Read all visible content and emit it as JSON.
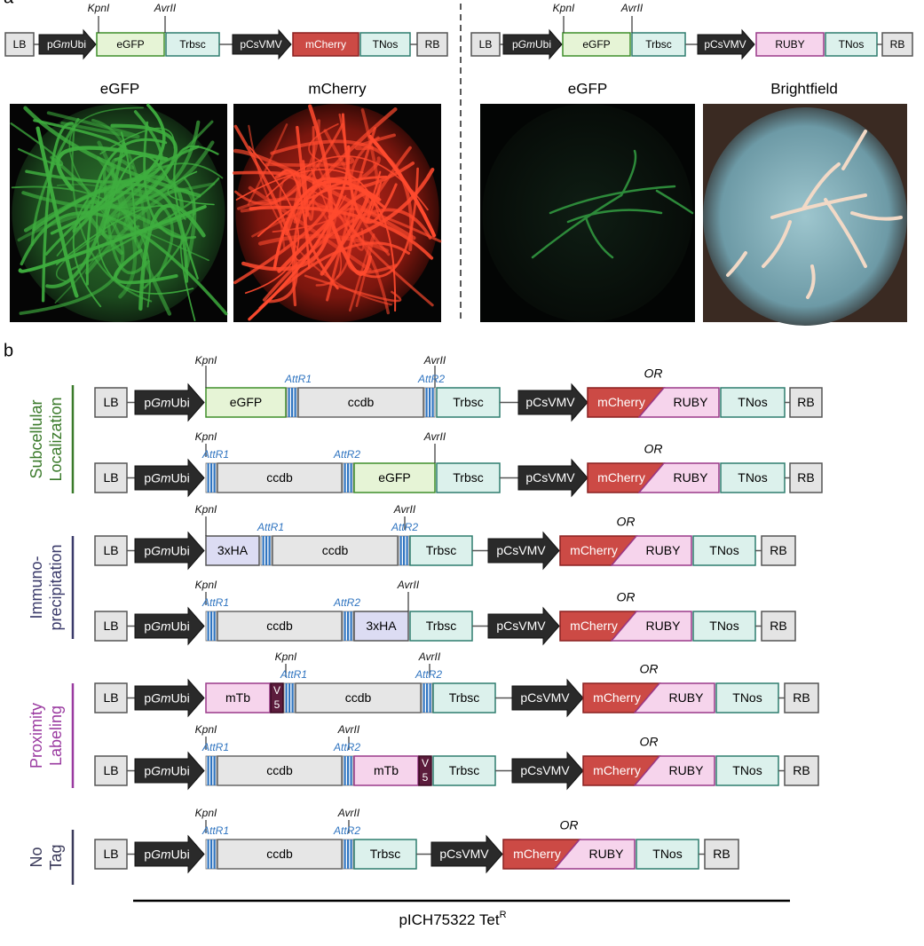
{
  "panel_labels": {
    "a": "a",
    "b": "b"
  },
  "colors": {
    "lb": "#e4e4e4",
    "promoter": "#2a2a2a",
    "egfp": "#e6f4d6",
    "egfp_border": "#3e8e2a",
    "term": "#dcf1ec",
    "term_border": "#2e7d6e",
    "mcherry": "#cc4a45",
    "mcherry_border": "#8a2020",
    "ruby": "#f6d4ec",
    "ruby_border": "#9a3a8a",
    "ccdb": "#e6e6e6",
    "att": "#2f74c0",
    "ha": "#dcdcf3",
    "v5": "#5c1c3c",
    "subcellular": "#3a7a2a",
    "immuno": "#3a3a6a",
    "proximity": "#9a3aa0",
    "notag": "#3a3a5a"
  },
  "labels": {
    "lb": "LB",
    "rb": "RB",
    "p": "p",
    "gm": "Gm",
    "ubi": "Ubi",
    "egfp": "eGFP",
    "trbsc": "Trbsc",
    "pcsvmv": "pCsVMV",
    "mcherry": "mCherry",
    "ruby": "RUBY",
    "tnos": "TNos",
    "ccdb": "ccdb",
    "ha": "3xHA",
    "mtb": "mTb",
    "v": "V",
    "five": "5",
    "or": "OR",
    "kpni": "KpnI",
    "avrii": "AvrII",
    "attr1": "AttR1",
    "attr2": "AttR2"
  },
  "panel_a": {
    "left_images": [
      "eGFP",
      "mCherry"
    ],
    "right_images": [
      "eGFP",
      "Brightfield"
    ]
  },
  "groups": {
    "subcellular_line1": "Subcellular",
    "subcellular_line2": "Localization",
    "immuno_line1": "Immuno-",
    "immuno_line2": "precipitation",
    "proximity_line1": "Proximity",
    "proximity_line2": "Labeling",
    "notag_line1": "No",
    "notag_line2": "Tag"
  },
  "backbone": {
    "name": "pICH75322 Tet",
    "superscript": "R"
  }
}
